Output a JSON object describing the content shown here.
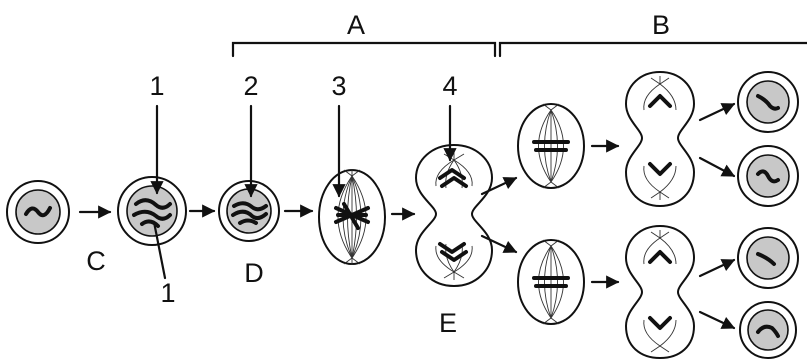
{
  "labels": {
    "phase_a": "A",
    "phase_b": "B",
    "cell_c": "C",
    "cell_d": "D",
    "cell_e": "E",
    "pointer_1_top": "1",
    "pointer_1_bottom": "1",
    "pointer_2": "2",
    "pointer_3": "3",
    "pointer_4": "4"
  },
  "colors": {
    "ink": "#111111",
    "nucleus": "#c8c8c8",
    "background": "#ffffff"
  }
}
